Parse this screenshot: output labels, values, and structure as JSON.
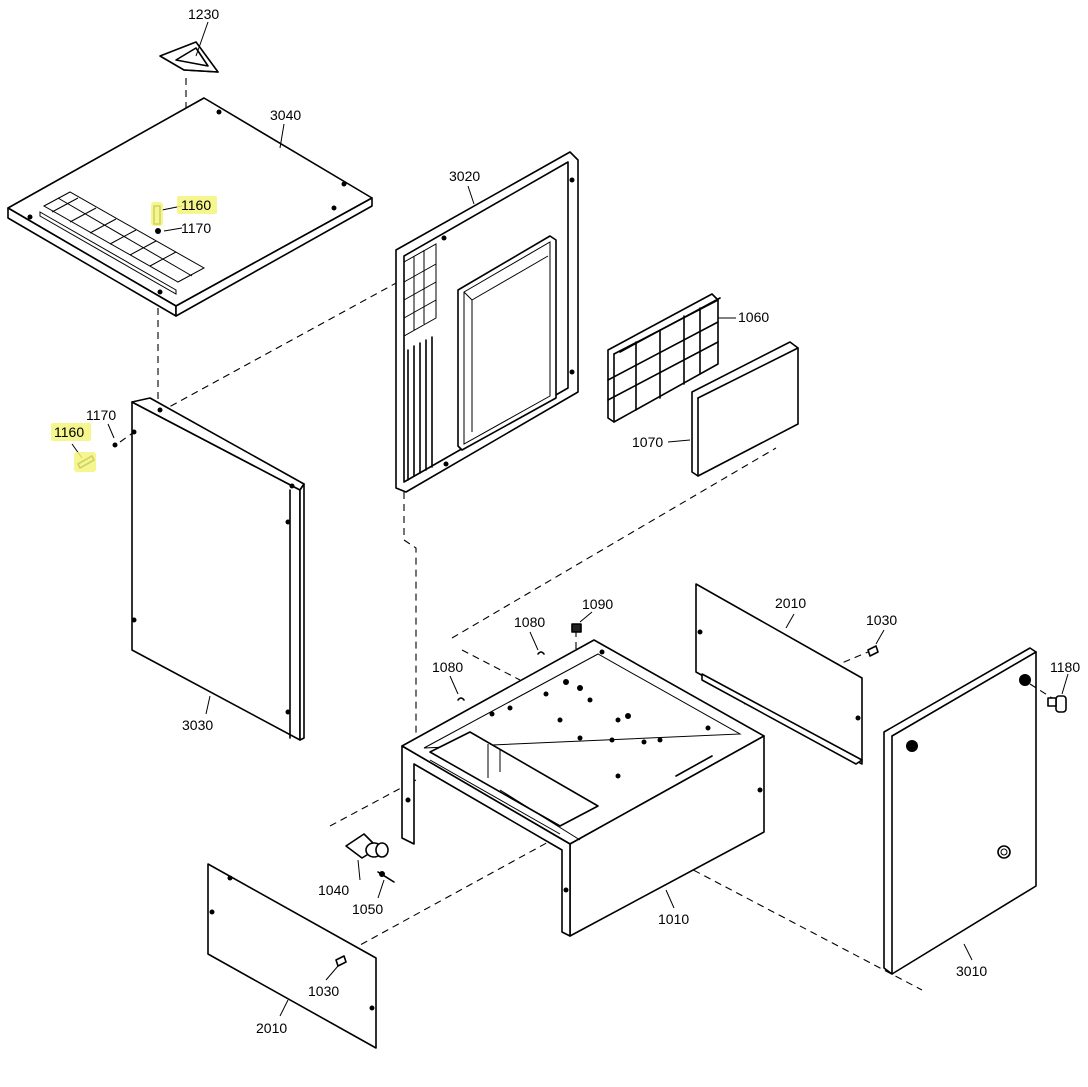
{
  "diagram": {
    "highlight_color": "#f5f57a",
    "line_color": "#000000",
    "callouts": [
      {
        "id": "c1230",
        "text": "1230",
        "highlighted": false
      },
      {
        "id": "c3040",
        "text": "3040",
        "highlighted": false
      },
      {
        "id": "c1160a",
        "text": "1160",
        "highlighted": true
      },
      {
        "id": "c1170a",
        "text": "1170",
        "highlighted": false
      },
      {
        "id": "c3020",
        "text": "3020",
        "highlighted": false
      },
      {
        "id": "c1060",
        "text": "1060",
        "highlighted": false
      },
      {
        "id": "c1070",
        "text": "1070",
        "highlighted": false
      },
      {
        "id": "c1170b",
        "text": "1170",
        "highlighted": false
      },
      {
        "id": "c1160b",
        "text": "1160",
        "highlighted": true
      },
      {
        "id": "c3030",
        "text": "3030",
        "highlighted": false
      },
      {
        "id": "c1090",
        "text": "1090",
        "highlighted": false
      },
      {
        "id": "c1080a",
        "text": "1080",
        "highlighted": false
      },
      {
        "id": "c1080b",
        "text": "1080",
        "highlighted": false
      },
      {
        "id": "c2010a",
        "text": "2010",
        "highlighted": false
      },
      {
        "id": "c1030a",
        "text": "1030",
        "highlighted": false
      },
      {
        "id": "c1180",
        "text": "1180",
        "highlighted": false
      },
      {
        "id": "c1040",
        "text": "1040",
        "highlighted": false
      },
      {
        "id": "c1050",
        "text": "1050",
        "highlighted": false
      },
      {
        "id": "c1010",
        "text": "1010",
        "highlighted": false
      },
      {
        "id": "c3010",
        "text": "3010",
        "highlighted": false
      },
      {
        "id": "c1030b",
        "text": "1030",
        "highlighted": false
      },
      {
        "id": "c2010b",
        "text": "2010",
        "highlighted": false
      }
    ]
  }
}
